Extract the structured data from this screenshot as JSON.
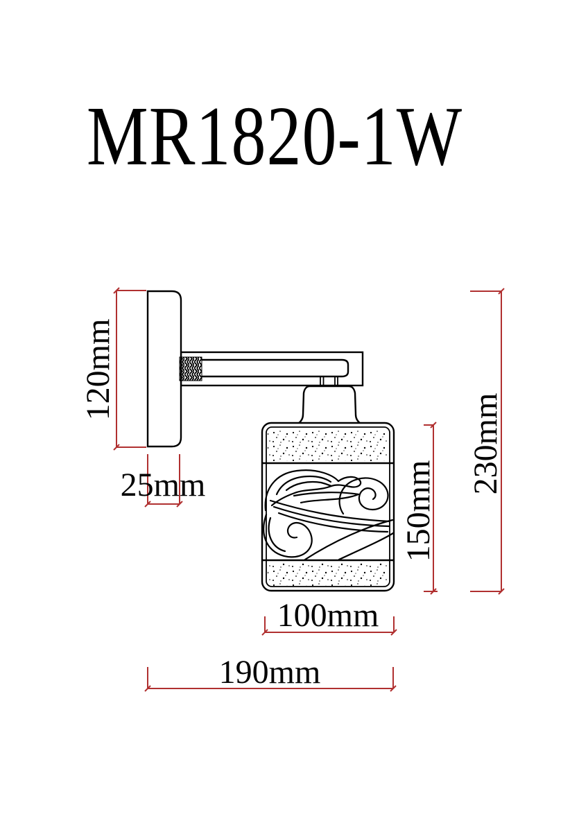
{
  "title": "MR1820-1W",
  "colors": {
    "drawing_line": "#000000",
    "dimension_line": "#b03030",
    "background": "#ffffff"
  },
  "dimensions": {
    "plate_height": {
      "label": "120mm"
    },
    "plate_depth": {
      "label": "25mm"
    },
    "shade_height": {
      "label": "150mm"
    },
    "total_height": {
      "label": "230mm"
    },
    "shade_width": {
      "label": "100mm"
    },
    "total_width": {
      "label": "190mm"
    }
  }
}
